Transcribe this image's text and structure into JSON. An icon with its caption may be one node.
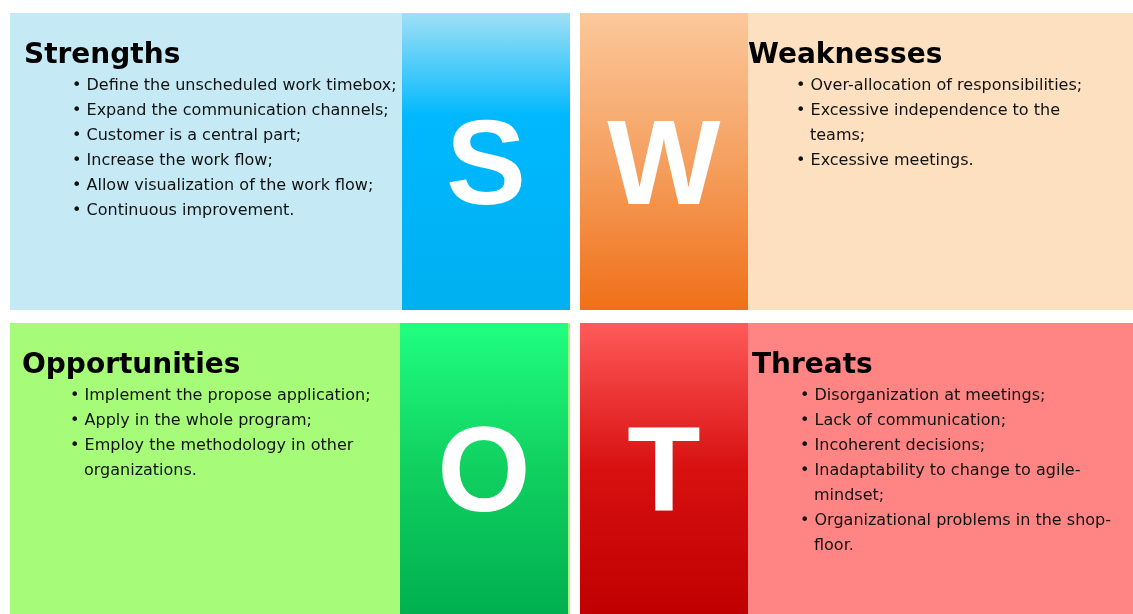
{
  "diagram": {
    "nodes": [
      {
        "text": [
          "Strengths",
          "• Define the unscheduled work timebox;",
          "• Expand the communication channels;",
          "• Customer is a central part;",
          "• Increase the work flow;",
          "• Allow visualization of the work flow;",
          "• Continuous improvement."
        ]
      },
      {
        "text": [
          "S"
        ],
        "in": 0
      },
      {
        "text": [
          "Weaknesses",
          "• Over-allocation of responsibilities;",
          "• Excessive independence to the teams;",
          "• Excessive meetings."
        ]
      },
      {
        "text": [
          "W"
        ],
        "in": 2
      },
      {
        "text": [
          "Opportunities",
          "• Implement the propose application;",
          "• Apply in the whole program;",
          "• Employ the methodology in other organizations."
        ]
      },
      {
        "text": [
          "O"
        ],
        "in": 4
      },
      {
        "text": [
          "Threats",
          "• Disorganization at meetings;",
          "• Lack of communication;",
          "• Incoherent decisions;",
          "• Inadaptability to change to agile-mindset;",
          "• Organizational problems in the shop-floor."
        ]
      },
      {
        "text": [
          "T"
        ],
        "in": 6
      }
    ],
    "edges": []
  }
}
